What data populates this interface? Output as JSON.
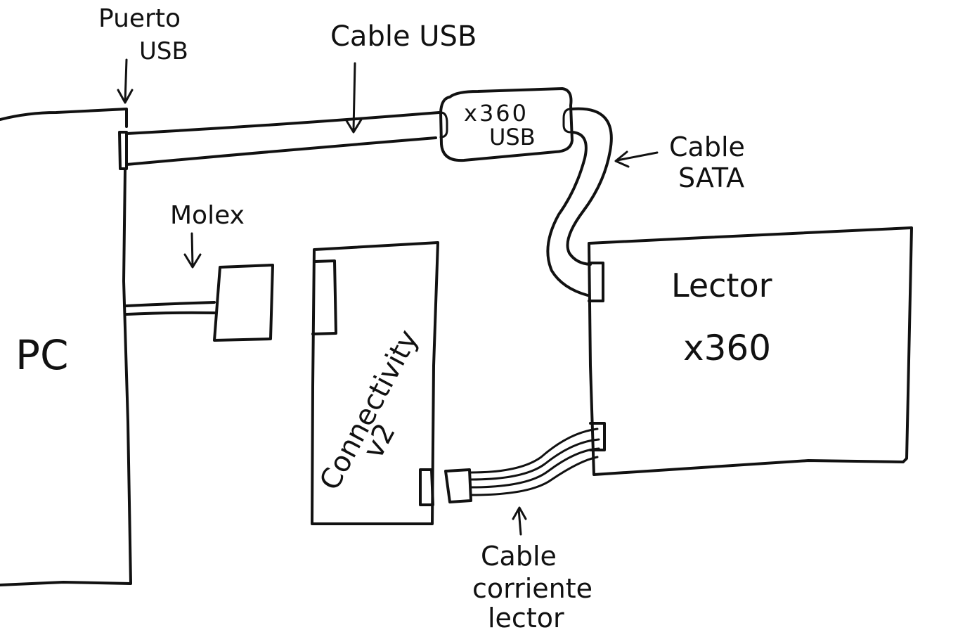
{
  "diagram": {
    "ink_color": "#111111",
    "background": "#ffffff",
    "nodes": {
      "pc": {
        "label": "PC"
      },
      "molex": {
        "label": "Molex"
      },
      "connectivity": {
        "label_line1": "Connectivity",
        "label_line2": "v2"
      },
      "x360_usb": {
        "label_line1": "x360",
        "label_line2": "USB"
      },
      "lector": {
        "label_line1": "Lector",
        "label_line2": "x360"
      }
    },
    "annotations": {
      "puerto_usb": {
        "line1": "Puerto",
        "line2": "USB"
      },
      "cable_usb": {
        "text": "Cable USB"
      },
      "cable_sata": {
        "line1": "Cable",
        "line2": "SATA"
      },
      "molex": {
        "text": "Molex"
      },
      "cable_corriente": {
        "line1": "Cable",
        "line2": "corriente",
        "line3": "lector"
      }
    },
    "edges": [
      {
        "from": "PC",
        "to": "x360 USB",
        "label": "Cable USB"
      },
      {
        "from": "x360 USB",
        "to": "Lector x360",
        "label": "Cable SATA"
      },
      {
        "from": "PC",
        "to": "Molex",
        "label": "Molex"
      },
      {
        "from": "Connectivity v2",
        "to": "Lector x360",
        "label": "Cable corriente lector"
      }
    ]
  }
}
